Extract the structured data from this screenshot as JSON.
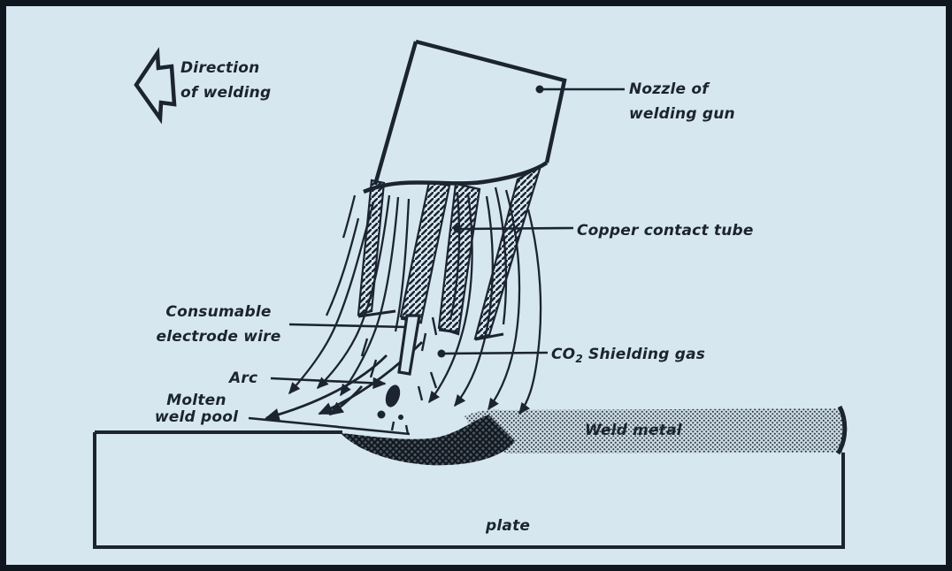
{
  "colors": {
    "background": "#d6e7f0",
    "ink": "#1b2430",
    "frame": "#10161d",
    "stipple_dot": "#2b3642",
    "pool_base": "#4a545e"
  },
  "icons": {
    "direction_arrow": "left-block-arrow"
  },
  "labels": {
    "direction": {
      "line1": "Direction",
      "line2": "of welding"
    },
    "nozzle": {
      "line1": "Nozzle of",
      "line2": "welding gun"
    },
    "copper": "Copper contact tube",
    "co2": {
      "prefix": "CO",
      "sub": "2",
      "rest": " Shielding gas"
    },
    "consumable": {
      "line1": "Consumable",
      "line2": "electrode wire"
    },
    "arc": "Arc",
    "molten": {
      "line1": "Molten",
      "line2": "weld pool"
    },
    "weld_metal": "Weld metal",
    "plate": "plate"
  }
}
